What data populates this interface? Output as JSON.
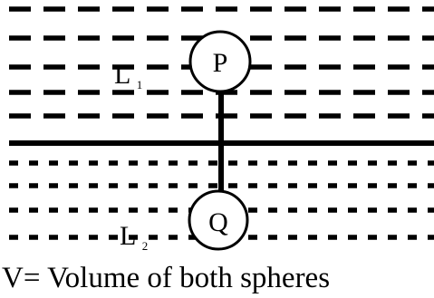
{
  "diagram": {
    "upper_liquid": {
      "label": "L",
      "subscript": "1"
    },
    "lower_liquid": {
      "label": "L",
      "subscript": "2"
    },
    "sphere_upper": {
      "label": "P"
    },
    "sphere_lower": {
      "label": "Q"
    }
  },
  "caption": {
    "symbol": "V",
    "text": "= Volume of both spheres"
  },
  "colors": {
    "ink": "#000000",
    "background": "#ffffff"
  }
}
